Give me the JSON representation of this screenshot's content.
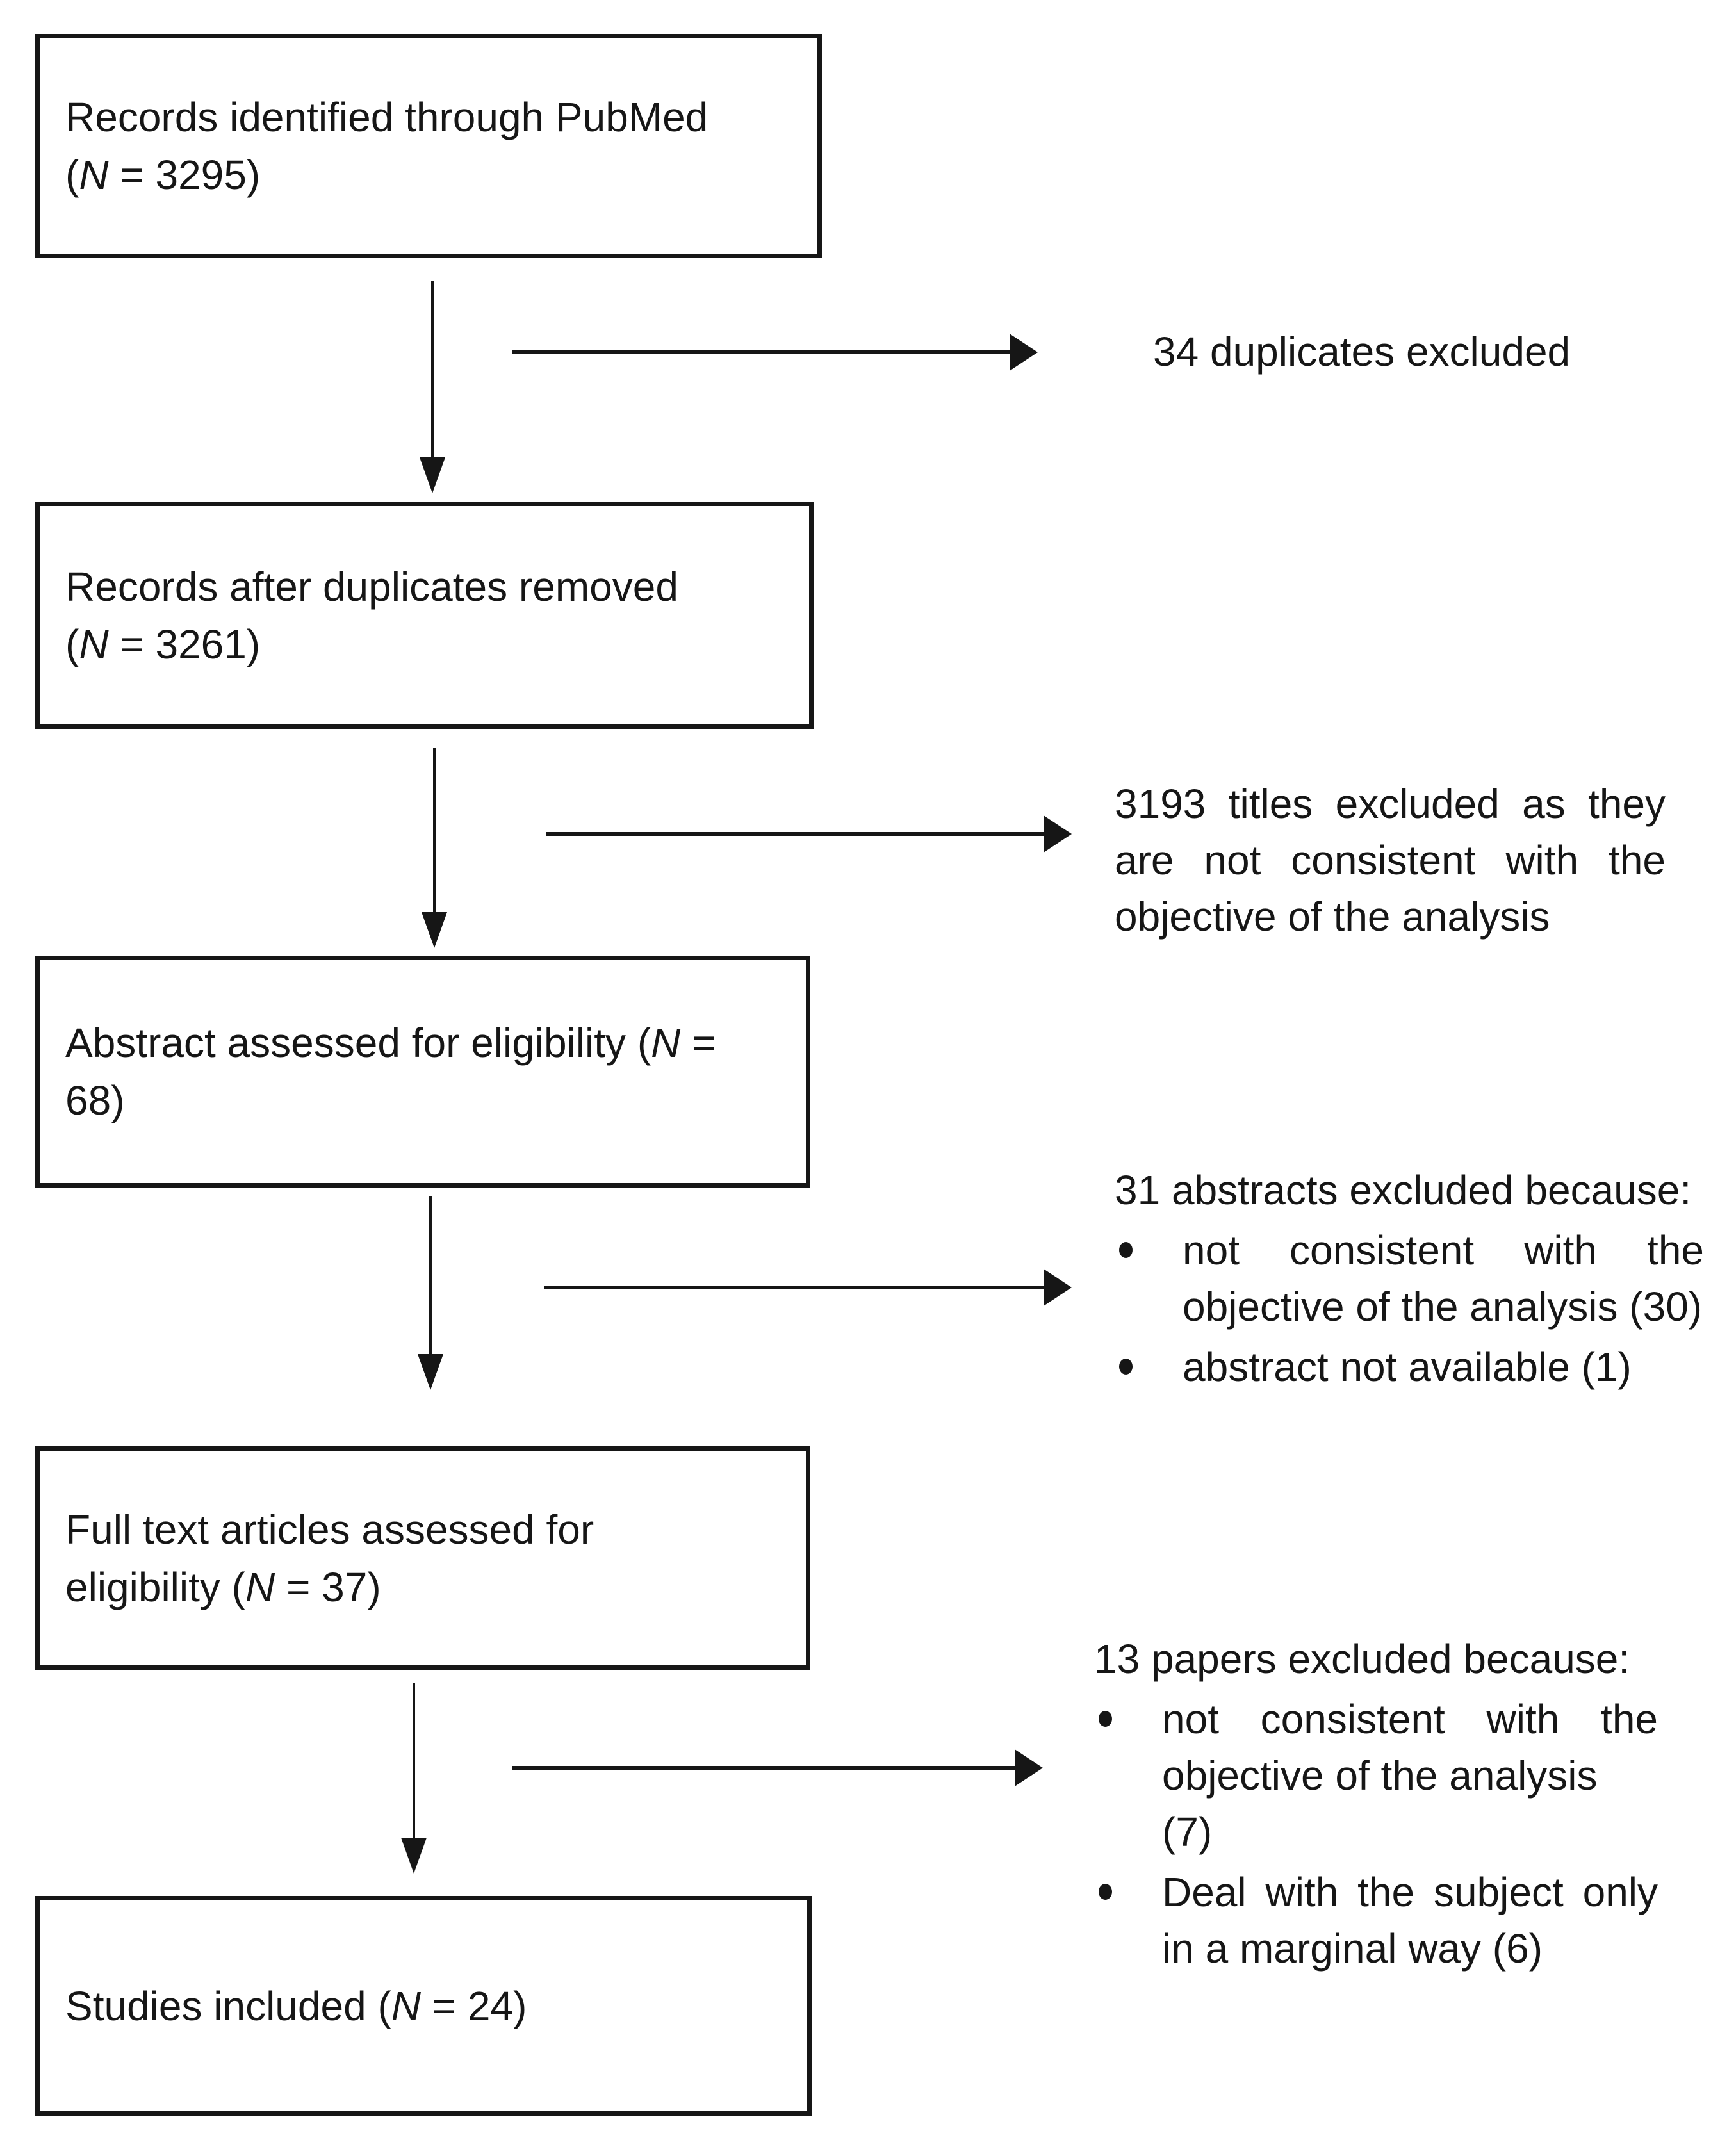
{
  "colors": {
    "ink": "#161616",
    "background": "#ffffff"
  },
  "flow": {
    "boxes": [
      {
        "id": "records-identified",
        "l1": "Records identified through PubMed",
        "l2a": "(",
        "n": "N",
        "l2b": " = 3295)"
      },
      {
        "id": "records-after-duplicates",
        "l1": "Records after duplicates removed",
        "l2a": "(",
        "n": "N",
        "l2b": " = 3261)"
      },
      {
        "id": "abstracts-assessed",
        "l1a": "Abstract assessed for eligibility (",
        "n": "N",
        "l1b": " =",
        "l2": "68)"
      },
      {
        "id": "full-text-assessed",
        "l1": "Full text articles assessed for",
        "l2a": "eligibility (",
        "n": "N",
        "l2b": " = 37)"
      },
      {
        "id": "studies-included",
        "l1a": "Studies included (",
        "n": "N",
        "l1b": " = 24)"
      }
    ],
    "notes": {
      "n1": {
        "text": "34 duplicates excluded"
      },
      "n2": {
        "l1": "3193 titles excluded as they",
        "l2": "are not consistent with the",
        "l3": "objective of the analysis"
      },
      "n3": {
        "heading": "31 abstracts excluded because:",
        "b1l1": "not consistent with the",
        "b1l2": "objective of the analysis (30)",
        "b2l1": "abstract not available (1)"
      },
      "n4": {
        "heading": "13 papers excluded because:",
        "b1l1": "not consistent with the",
        "b1l2": "objective of the analysis (7)",
        "b2l1": "Deal with the subject only",
        "b2l2": "in a marginal way (6)"
      }
    }
  }
}
